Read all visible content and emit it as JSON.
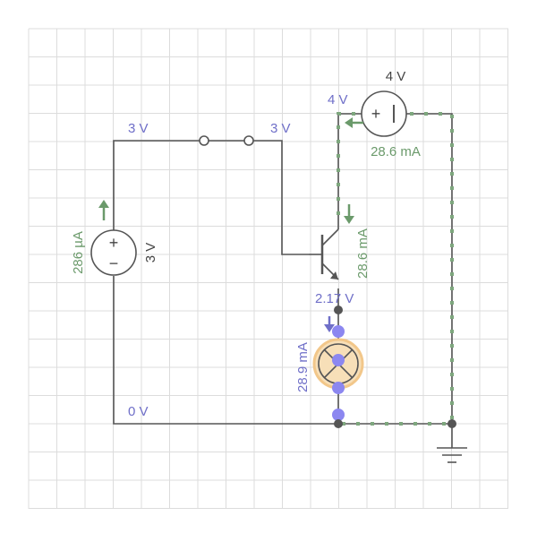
{
  "colors": {
    "wire": "#555555",
    "current_flow": "#7ea77e",
    "voltage_label": "#6f6fc8",
    "current_label": "#6b9a6b",
    "lamp_fill": "#f7dfb8",
    "lamp_dot": "#8c87f0",
    "grid": "#dcdcdc"
  },
  "labels": {
    "node_top_left": "3 V",
    "node_top_right": "3 V",
    "node_bottom": "0 V",
    "node_collector": "4 V",
    "node_emitter": "2.17 V",
    "source_left_voltage": "3 V",
    "source_left_current": "286 µA",
    "source_top_voltage": "4 V",
    "source_top_current": "28.6 mA",
    "transistor_current": "28.6 mA",
    "lamp_current": "28.9 mA"
  },
  "components": [
    {
      "type": "dc-voltage-source",
      "value": "3 V"
    },
    {
      "type": "dc-voltage-source",
      "value": "4 V"
    },
    {
      "type": "switch"
    },
    {
      "type": "npn-transistor"
    },
    {
      "type": "lamp"
    },
    {
      "type": "ground"
    }
  ]
}
